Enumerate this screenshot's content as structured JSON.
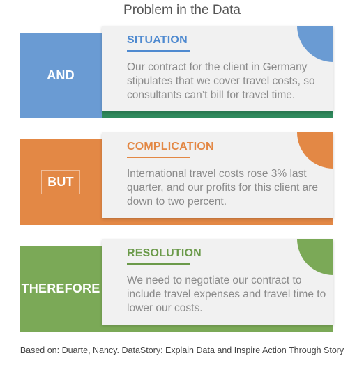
{
  "title": "Problem in the Data",
  "blocks": [
    {
      "connector": "AND",
      "heading": "SITUATION",
      "text": "Our contract for the client in Germany stipulates that we cover travel costs, so consultants can’t bill for travel time."
    },
    {
      "connector": "BUT",
      "heading": "COMPLICATION",
      "text": "International travel costs rose 3% last quarter, and our profits for this client are down to two percent."
    },
    {
      "connector": "THEREFORE",
      "heading": "RESOLUTION",
      "text": "We need to negotiate our contract to include travel expenses and travel time to lower our costs."
    }
  ],
  "footer": "Based on: Duarte, Nancy. DataStory: Explain Data and Inspire Action Through Story",
  "colors": {
    "situation": "#6a9bd3",
    "complication": "#e38845",
    "resolution": "#7ba957"
  }
}
